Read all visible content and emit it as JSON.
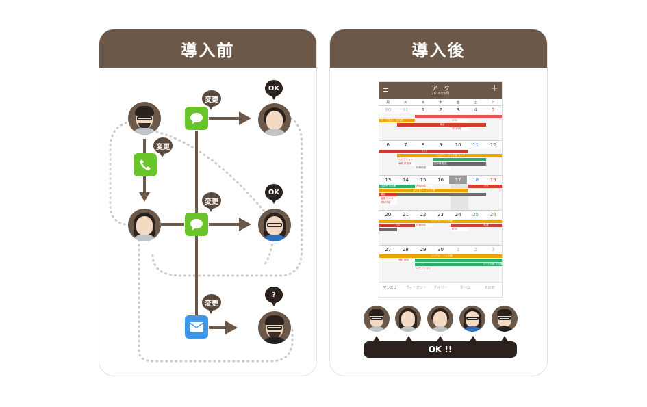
{
  "before": {
    "title": "導入前",
    "bubbles": {
      "change": "変更",
      "ok": "OK",
      "question": "?"
    },
    "icons": [
      "phone-icon",
      "chat-icon",
      "chat-icon",
      "mail-icon"
    ]
  },
  "after": {
    "title": "導入後",
    "calendar": {
      "title": "アーク",
      "subtitle": "2016年6月",
      "weekdays": [
        "月",
        "火",
        "水",
        "木",
        "金",
        "土",
        "日"
      ],
      "weeks": [
        [
          "30",
          "31",
          "1",
          "2",
          "3",
          "4",
          "5"
        ],
        [
          "6",
          "7",
          "8",
          "9",
          "10",
          "11",
          "12"
        ],
        [
          "13",
          "14",
          "15",
          "16",
          "17",
          "18",
          "19"
        ],
        [
          "20",
          "21",
          "22",
          "23",
          "24",
          "25",
          "26"
        ],
        [
          "27",
          "28",
          "29",
          "30",
          "1",
          "2",
          "3"
        ]
      ],
      "events": {
        "w1": [
          "マーク主スト 大石様",
          "MTG",
          "東京",
          "資料作成"
        ],
        "w2": [
          "パリ",
          "ジュアン・フック様 ランチ",
          "レセプション",
          "高橋 新宿様",
          "資料作成",
          "田中様 銀座"
        ],
        "w3": [
          "打合せ 大石様",
          "資料作成",
          "ジュアン・フック様",
          "パリ",
          "東京",
          "高橋 代々木",
          "資料作成"
        ],
        "w4": [
          "ジュアン・フック様",
          "パリ",
          "資料作成",
          "MTG",
          "札幌"
        ],
        "w5": [
          "ジュアン・フック様",
          "資料 東京",
          "マークス様 大石様",
          "レセプション"
        ]
      },
      "tabs": [
        "マンスリー",
        "ウィークリー",
        "デイリー",
        "ホーム",
        "その他"
      ]
    },
    "ok_label": "OK !!"
  },
  "colors": {
    "brown": "#6b5849",
    "dark": "#2b221d",
    "green": "#6ac52b",
    "blue": "#3f97e8",
    "red": "#d33a2c",
    "orange": "#e9a400",
    "teal": "#2faa6b"
  }
}
